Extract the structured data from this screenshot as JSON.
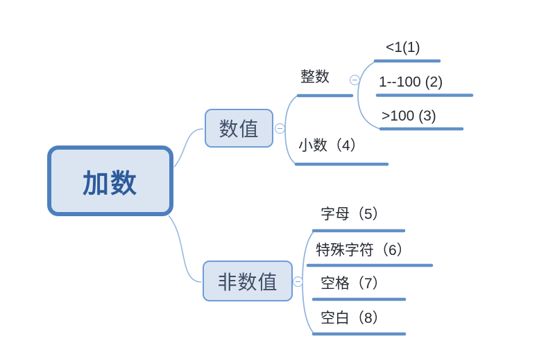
{
  "palette": {
    "node_fill": "#dbe5f1",
    "root_border": "#4d7fbe",
    "branch_border": "#6f9cd6",
    "underline": "#6290c7",
    "connector": "#9ab8de",
    "root_text": "#2d5b9b",
    "branch_text": "#3f4d66",
    "leaf_text": "#262b33"
  },
  "icons": {
    "collapse": "minus-in-circle"
  },
  "mindmap": {
    "root": {
      "label": "加数"
    },
    "branches": [
      {
        "label": "数值",
        "children": [
          {
            "label": "整数",
            "children": [
              {
                "label": "<1(1)"
              },
              {
                "label": "1--100 (2)"
              },
              {
                "label": ">100 (3)"
              }
            ]
          },
          {
            "label": "小数（4）"
          }
        ]
      },
      {
        "label": "非数值",
        "children": [
          {
            "label": "字母（5）"
          },
          {
            "label": "特殊字符（6）"
          },
          {
            "label": "空格（7）"
          },
          {
            "label": "空白（8）"
          }
        ]
      }
    ]
  }
}
